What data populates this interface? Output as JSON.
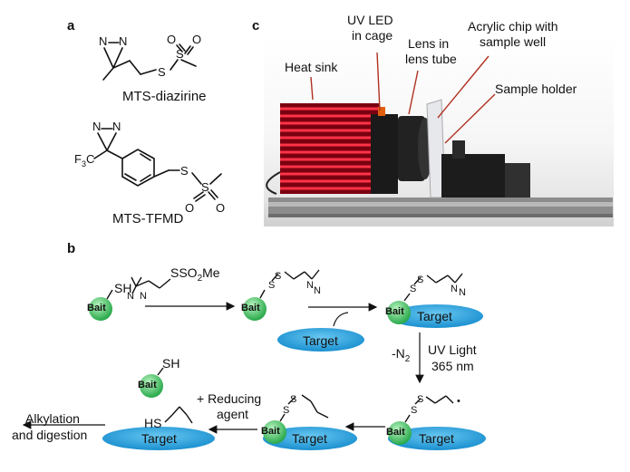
{
  "panels": {
    "a": "a",
    "b": "b",
    "c": "c"
  },
  "molecules": {
    "mts_diazirine": "MTS-diazirine",
    "mts_tfmd": "MTS-TFMD"
  },
  "photo_labels": {
    "heat_sink": "Heat sink",
    "uv_led_1": "UV LED",
    "uv_led_2": "in cage",
    "lens_1": "Lens in",
    "lens_2": "lens tube",
    "acrylic_1": "Acrylic chip with",
    "acrylic_2": "sample well",
    "sample_holder": "Sample holder"
  },
  "scheme": {
    "bait": "Bait",
    "target": "Target",
    "sh": "SH",
    "hs": "HS",
    "reagent": "SSO",
    "reagent_sub": "2",
    "reagent_end": "Me",
    "minus_n2": "-N",
    "minus_n2_sub": "2",
    "uv_light": "UV Light",
    "uv_wavelength": "365 nm",
    "reducing_1": "+ Reducing",
    "reducing_2": "agent",
    "alkylation_1": "Alkylation",
    "alkylation_2": "and digestion"
  },
  "colors": {
    "bait_green": "#3cc45a",
    "target_blue": "#1ea0dc",
    "heat_sink_red": "#c8102e",
    "arrow_red": "#b03020"
  }
}
